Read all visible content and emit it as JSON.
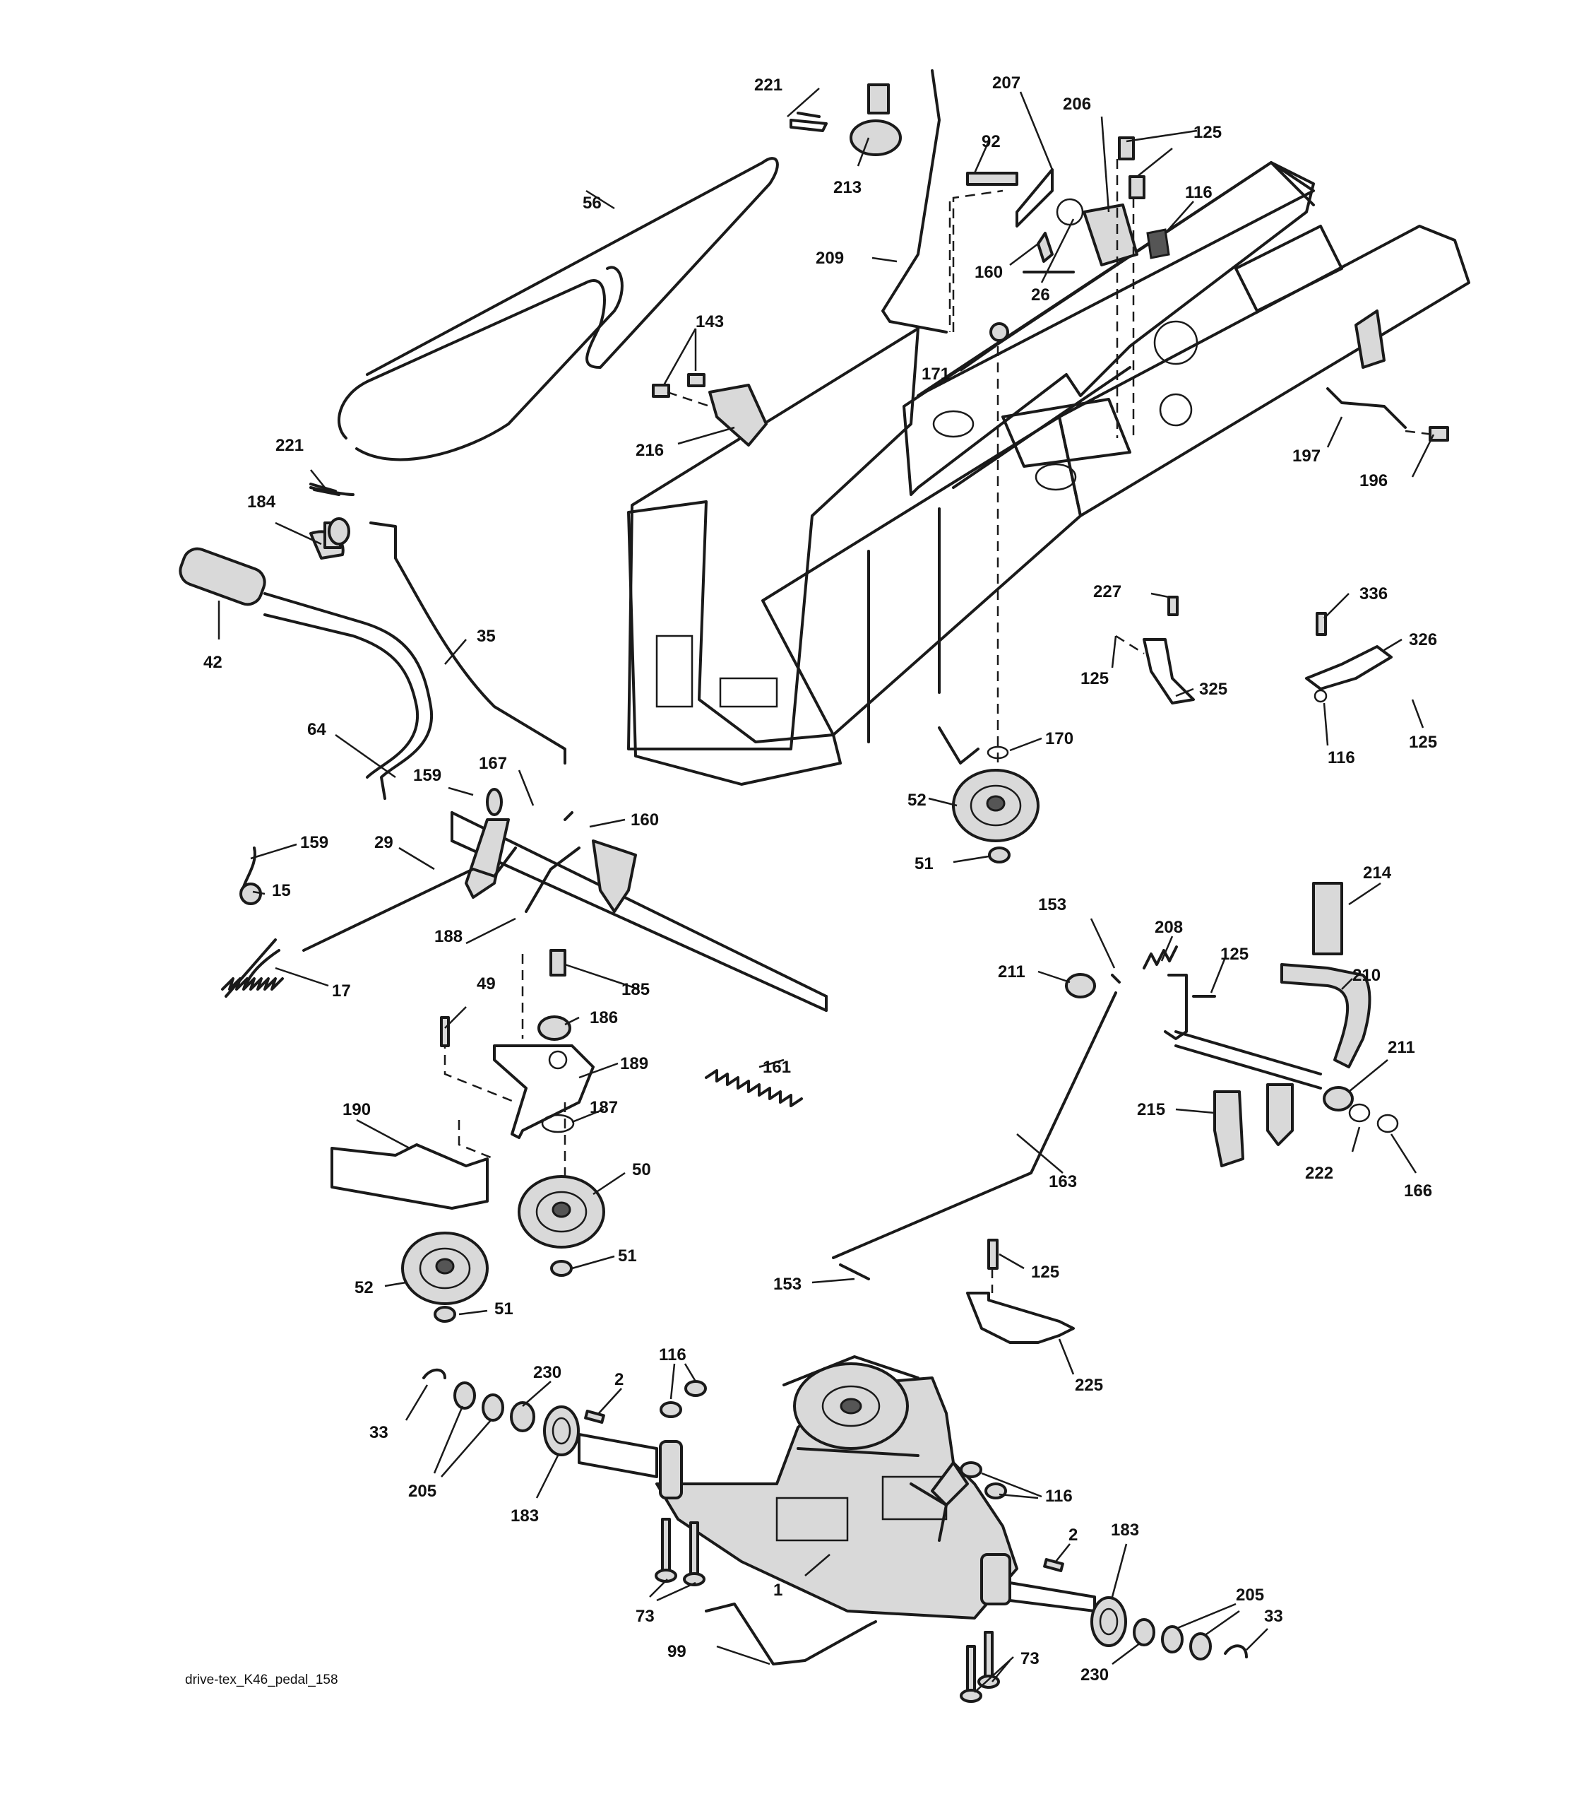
{
  "caption": "drive-tex_K46_pedal_158",
  "labels": {
    "l221a": "221",
    "l213": "213",
    "l207": "207",
    "l206": "206",
    "l125a": "125",
    "l92": "92",
    "l116a": "116",
    "l56": "56",
    "l209": "209",
    "l160a": "160",
    "l26": "26",
    "l143": "143",
    "l171": "171",
    "l216": "216",
    "l197": "197",
    "l196": "196",
    "l221b": "221",
    "l184": "184",
    "l42": "42",
    "l35": "35",
    "l227": "227",
    "l336": "336",
    "l326": "326",
    "l125b": "125",
    "l325": "325",
    "l125c": "125",
    "l116b": "116",
    "l64": "64",
    "l170": "170",
    "l52a": "52",
    "l159a": "159",
    "l167": "167",
    "l160b": "160",
    "l159b": "159",
    "l29": "29",
    "l51a": "51",
    "l15": "15",
    "l214": "214",
    "l153a": "153",
    "l208": "208",
    "l188": "188",
    "l125d": "125",
    "l211a": "211",
    "l210": "210",
    "l17": "17",
    "l49": "49",
    "l185": "185",
    "l186": "186",
    "l189": "189",
    "l161": "161",
    "l211b": "211",
    "l215": "215",
    "l187": "187",
    "l190": "190",
    "l50": "50",
    "l163": "163",
    "l222": "222",
    "l166": "166",
    "l51b": "51",
    "l153b": "153",
    "l125e": "125",
    "l52b": "52",
    "l51c": "51",
    "l225": "225",
    "l116c": "116",
    "l230a": "230",
    "l2a": "2",
    "l33a": "33",
    "l205a": "205",
    "l183a": "183",
    "l116d": "116",
    "l2b": "2",
    "l183b": "183",
    "l205b": "205",
    "l1": "1",
    "l73a": "73",
    "l33b": "33",
    "l99": "99",
    "l73b": "73",
    "l230b": "230"
  }
}
